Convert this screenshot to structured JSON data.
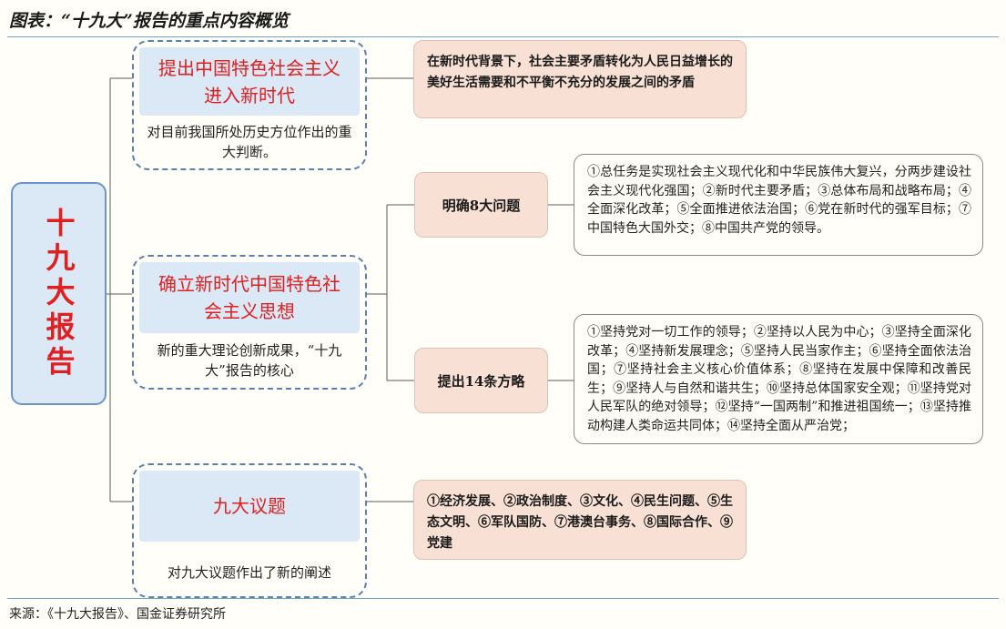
{
  "header": {
    "title": "图表：“十九大”报告的重点内容概览"
  },
  "footer": {
    "source": "来源：《十九大报告》、国金证券研究所"
  },
  "root": {
    "label": "十九大报告"
  },
  "branches": [
    {
      "title": "提出中国特色社会主义进入新时代",
      "desc": "对目前我国所处历史方位作出的重大判断。",
      "detail": "在新时代背景下，社会主要矛盾转化为人民日益增长的美好生活需要和不平衡不充分的发展之间的矛盾"
    },
    {
      "title": "确立新时代中国特色社会主义思想",
      "desc": "新的重大理论创新成果，“十九大”报告的核心",
      "subs": [
        {
          "title": "明确8大问题",
          "detail": "①总任务是实现社会主义现代化和中华民族伟大复兴，分两步建设社会主义现代化强国；②新时代主要矛盾；③总体布局和战略布局；④全面深化改革；⑤全面推进依法治国；⑥党在新时代的强军目标；⑦中国特色大国外交；⑧中国共产党的领导。"
        },
        {
          "title": "提出14条方略",
          "detail": "①坚持党对一切工作的领导；②坚持以人民为中心；③坚持全面深化改革；④坚持新发展理念；⑤坚持人民当家作主；⑥坚持全面依法治国；⑦坚持社会主义核心价值体系；⑧坚持在发展中保障和改善民生；⑨坚持人与自然和谐共生；⑩坚持总体国家安全观；⑪坚持党对人民军队的绝对领导；⑫坚持“一国两制”和推进祖国统一；⑬坚持推动构建人类命运共同体；⑭坚持全面从严治党；"
        }
      ]
    },
    {
      "title": "九大议题",
      "desc": "对九大议题作出了新的阐述",
      "detail": "①经济发展、②政治制度、③文化、④民生问题、⑤生态文明、⑥军队国防、⑦港澳台事务、⑧国际合作、⑨党建"
    }
  ]
}
